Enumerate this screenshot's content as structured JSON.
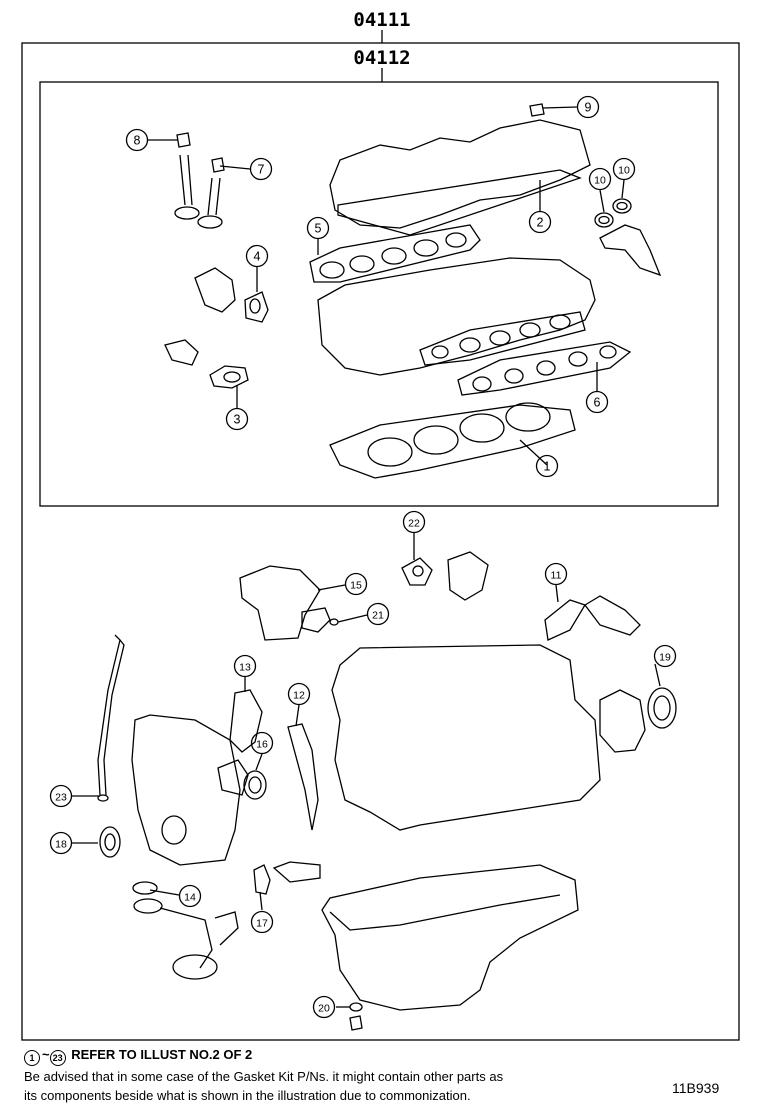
{
  "kit_codes": {
    "outer": "04111",
    "inner": "04112"
  },
  "callouts": [
    "1",
    "2",
    "3",
    "4",
    "5",
    "6",
    "7",
    "8",
    "9",
    "10",
    "10",
    "11",
    "12",
    "13",
    "14",
    "15",
    "16",
    "17",
    "18",
    "19",
    "20",
    "21",
    "22",
    "23"
  ],
  "footer": {
    "range_start": "1",
    "range_end": "23",
    "ref_text": "REFER TO ILLUST NO.2 OF 2",
    "note_line1": "Be advised that in some case of the Gasket Kit P/Ns.  it might contain other parts as",
    "note_line2": "its components beside what is shown in the illustration due to commonization."
  },
  "figure_code": "11B939"
}
